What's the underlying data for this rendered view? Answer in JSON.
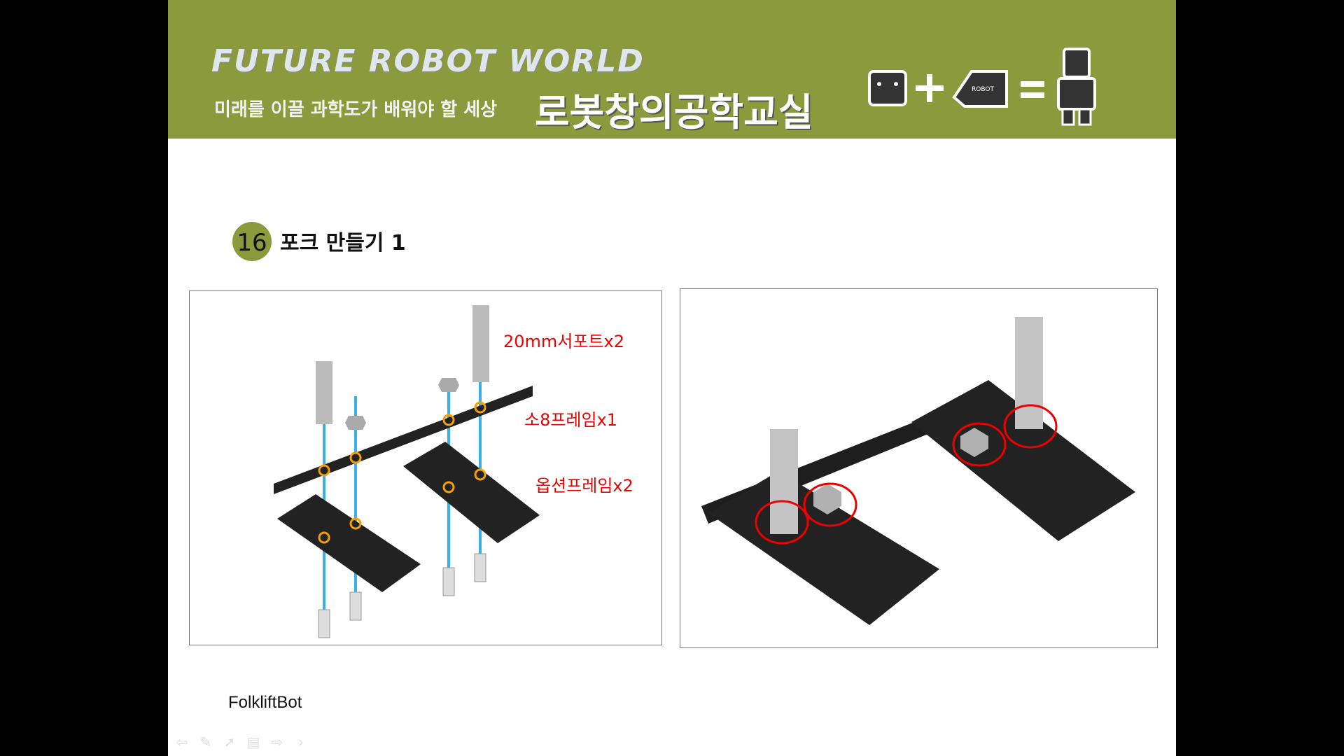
{
  "header": {
    "brand": "FUTURE ROBOT WORLD",
    "tagline": "미래를 이끌 과학도가 배워야 할 세상",
    "classroom": "로봇창의공학교실",
    "logo_text": "ROBOT"
  },
  "step": {
    "number": "16",
    "title": "포크 만들기 1"
  },
  "labels": {
    "support": "20mm서포트x2",
    "frame8": "소8프레임x1",
    "option": "옵션프레임x2"
  },
  "footer": "FolkliftBot",
  "toolbar": [
    "previous",
    "pen",
    "pointer",
    "menu",
    "next",
    "more"
  ],
  "colors": {
    "header": "#8a9a3c",
    "label": "#e00000",
    "guide": "#3ab0e8"
  }
}
